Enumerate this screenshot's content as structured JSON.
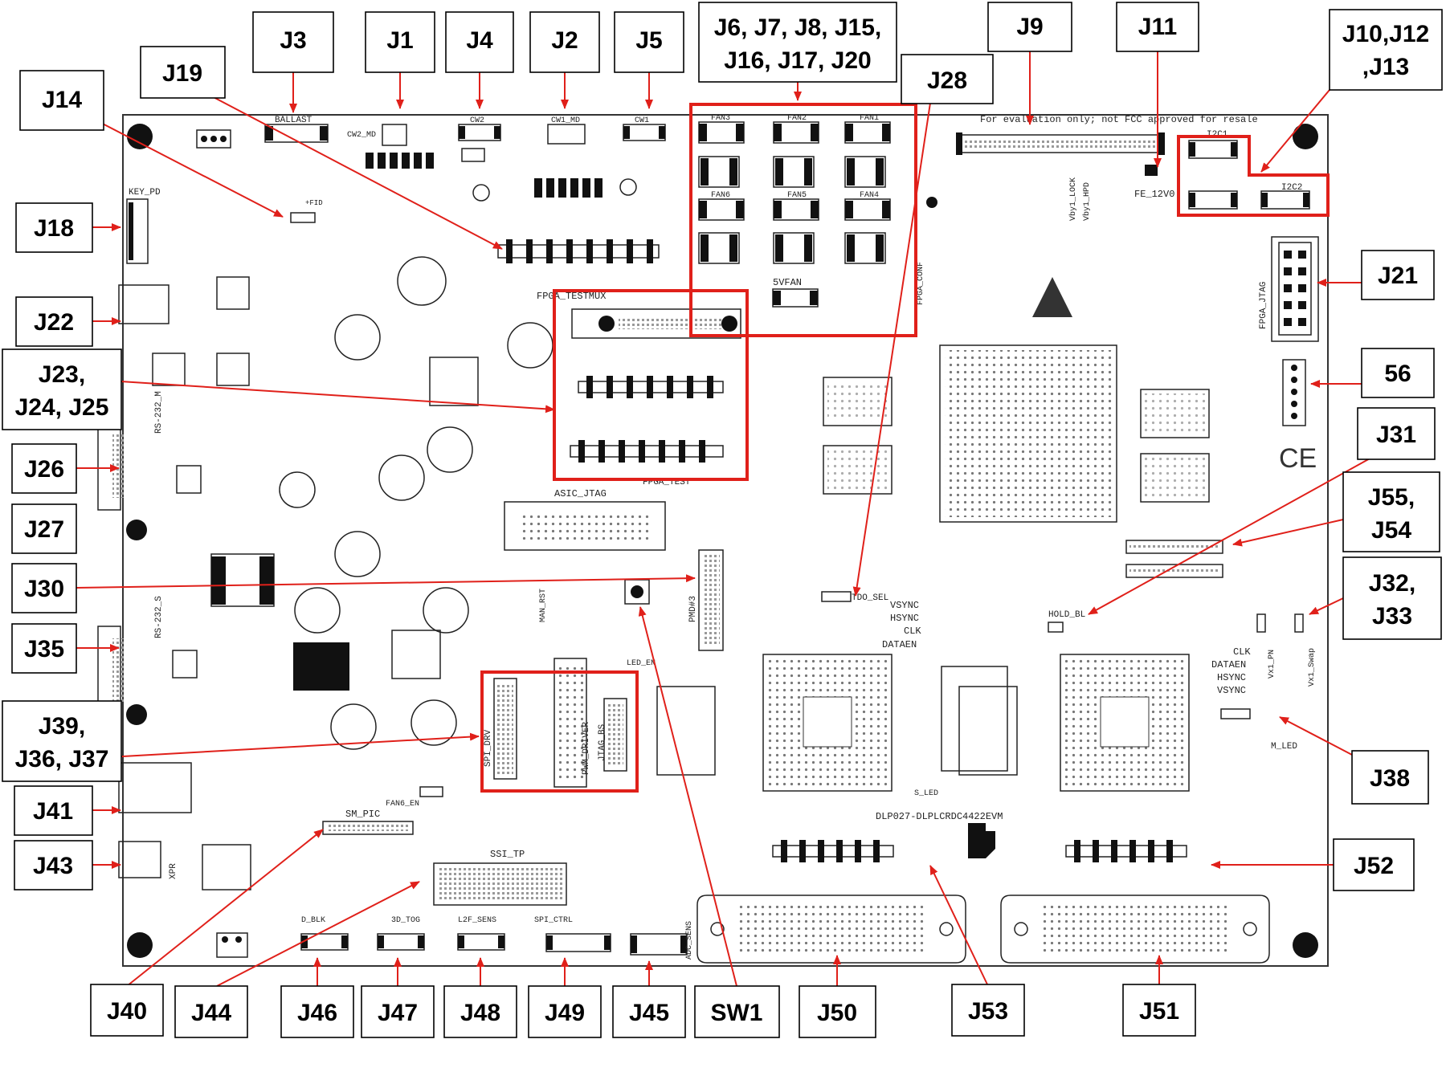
{
  "colors": {
    "callout_line": "#e0201a",
    "highlight_box": "#e0201a",
    "board_outline": "#222222",
    "component": "#111111"
  },
  "board": {
    "silkscreen": {
      "eval_note": "For evaluation only; not FCC approved for resale",
      "board_name": "DLP027-DLPLCRDC4422EVM",
      "ballast": "BALLAST",
      "cw2_md": "CW2_MD",
      "cw2": "CW2",
      "cw1_md": "CW1_MD",
      "cw1": "CW1",
      "key_pd": "KEY_PD",
      "fan3": "FAN3",
      "fan2": "FAN2",
      "fan1": "FAN1",
      "fan6": "FAN6",
      "fan5": "FAN5",
      "fan4": "FAN4",
      "fan_5v": "5VFAN",
      "fpga_testmux": "FPGA_TESTMUX",
      "fpga_test": "FPGA_TEST",
      "fpga_jtag": "FPGA_JTAG",
      "fpga_conf": "FPGA_CONF",
      "i2c1": "I2C1",
      "i2c2": "I2C2",
      "fe_12v": "FE_12V0",
      "vby1_lock": "Vby1_LOCK",
      "vby1_hpd": "Vby1_HPD",
      "rs232_m": "RS-232_M",
      "rs232_s": "RS-232_S",
      "asic_jtag": "ASIC_JTAG",
      "pmd": "PMD#3",
      "man_rst": "MAN_RST",
      "led_en": "LED_EN",
      "spi_drv": "SPI_DRV",
      "pwm_driver": "PWM_DRIVER",
      "jtag_bs": "JTAG_BS",
      "tdo_sel": "TDO_SEL",
      "vsync": "VSYNC",
      "hsync": "HSYNC",
      "clk": "CLK",
      "dataen": "DATAEN",
      "hold_bl": "HOLD_BL",
      "vx1_pn": "Vx1_PN",
      "vx1_swap": "Vx1_Swap",
      "m_led": "M_LED",
      "s_led": "S_LED",
      "fan6_en": "FAN6_EN",
      "sm_pic": "SM_PIC",
      "ssi_tp": "SSI_TP",
      "xpr": "XPR",
      "d_blk": "D_BLK",
      "td_tog": "3D_TOG",
      "l2f_sens": "L2F_SENS",
      "spi_ctrl": "SPI_CTRL",
      "adc_sens": "ADC_SENS",
      "fid": "+FID"
    }
  },
  "callouts": [
    {
      "label": "J3"
    },
    {
      "label": "J1"
    },
    {
      "label": "J4"
    },
    {
      "label": "J2"
    },
    {
      "label": "J5"
    },
    {
      "label_lines": [
        "J6, J7, J8, J15,",
        "J16, J17, J20"
      ]
    },
    {
      "label": "J9"
    },
    {
      "label": "J11"
    },
    {
      "label_lines": [
        "J10,J12",
        ",J13"
      ]
    },
    {
      "label": "J14"
    },
    {
      "label": "J19"
    },
    {
      "label": "J28"
    },
    {
      "label": "J18"
    },
    {
      "label": "J22"
    },
    {
      "label_lines": [
        "J23,",
        "J24, J25"
      ]
    },
    {
      "label": "J26"
    },
    {
      "label": "J27"
    },
    {
      "label": "J30"
    },
    {
      "label": "J35"
    },
    {
      "label_lines": [
        "J39,",
        "J36, J37"
      ]
    },
    {
      "label": "J41"
    },
    {
      "label": "J43"
    },
    {
      "label": "J21"
    },
    {
      "label": "56"
    },
    {
      "label": "J31"
    },
    {
      "label_lines": [
        "J55,",
        "J54"
      ]
    },
    {
      "label_lines": [
        "J32,",
        "J33"
      ]
    },
    {
      "label": "J38"
    },
    {
      "label": "J52"
    },
    {
      "label": "J40"
    },
    {
      "label": "J44"
    },
    {
      "label": "J46"
    },
    {
      "label": "J47"
    },
    {
      "label": "J48"
    },
    {
      "label": "J49"
    },
    {
      "label": "J45"
    },
    {
      "label": "SW1"
    },
    {
      "label": "J50"
    },
    {
      "label": "J53"
    },
    {
      "label": "J51"
    }
  ]
}
